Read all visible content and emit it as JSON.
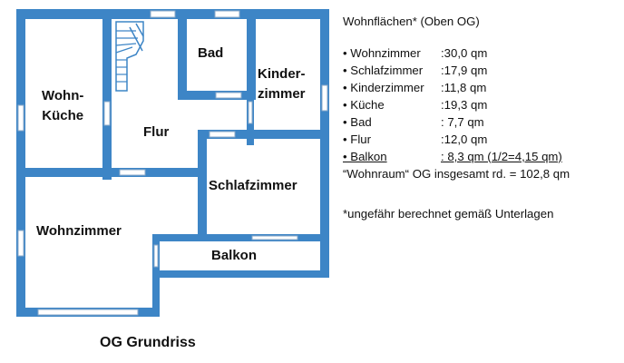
{
  "title": "OG Grundriss",
  "colors": {
    "wall": "#3d85c6",
    "window": "#ffffff",
    "stairs": "#3d85c6"
  },
  "rooms": {
    "bad": "Bad",
    "kinderzimmer_1": "Kinder-",
    "kinderzimmer_2": "zimmer",
    "wohnkueche_1": "Wohn-",
    "wohnkueche_2": "Küche",
    "flur": "Flur",
    "schlafzimmer": "Schlafzimmer",
    "wohnzimmer": "Wohnzimmer",
    "balkon": "Balkon"
  },
  "legend": {
    "title": "Wohnflächen* (Oben OG)",
    "items": [
      {
        "name": "• Wohnzimmer",
        "value": ":30,0 qm"
      },
      {
        "name": "• Schlafzimmer",
        "value": ":17,9 qm"
      },
      {
        "name": "• Kinderzimmer",
        "value": ":11,8 qm"
      },
      {
        "name": "• Küche",
        "value": ":19,3 qm"
      },
      {
        "name": "• Bad",
        "value": ": 7,7 qm"
      },
      {
        "name": "• Flur",
        "value": ":12,0 qm"
      },
      {
        "name": "• Balkon",
        "value": ": 8,3 qm (1/2=4,15 qm)"
      }
    ],
    "total": "“Wohnraum“ OG insgesamt rd. = 102,8 qm",
    "note": "*ungefähr berechnet gemäß Unterlagen"
  }
}
